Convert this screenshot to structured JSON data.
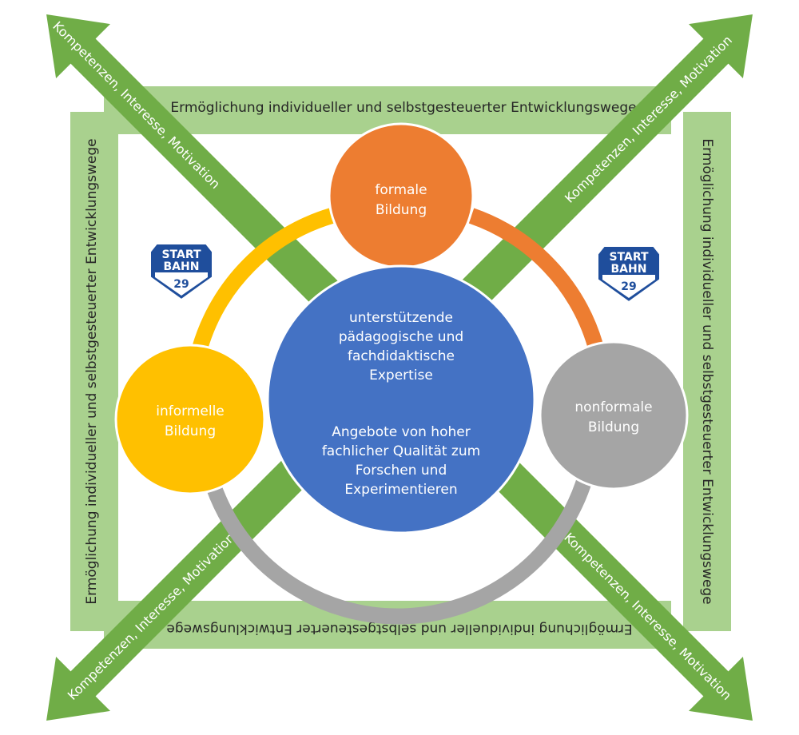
{
  "frame": {
    "top_text": "Ermöglichung individueller und selbstgesteuerter  Entwicklungswege",
    "bottom_text": "Ermöglichung individueller und selbstgesteuerter  Entwicklungswege",
    "left_text": "Ermöglichung individueller und selbstgesteuerter  Entwicklungswege",
    "right_text": "Ermöglichung individueller und selbstgesteuerter  Entwicklungswege"
  },
  "arrows": {
    "top_left": "Kompetenzen, Interesse, Motivation",
    "top_right": "Kompetenzen, Interesse, Motivation",
    "bottom_left": "Kompetenzen, Interesse, Motivation",
    "bottom_right": "Kompetenzen, Interesse, Motivation"
  },
  "circles": {
    "formal": {
      "line1": "formale",
      "line2": "Bildung"
    },
    "informal": {
      "line1": "informelle",
      "line2": "Bildung"
    },
    "nonformal": {
      "line1": "nonformale",
      "line2": "Bildung"
    },
    "center": {
      "l1": "unterstützende",
      "l2": "pädagogische und",
      "l3": "fachdidaktische",
      "l4": "Expertise",
      "l5": "Angebote von hoher",
      "l6": "fachlicher Qualität zum",
      "l7": "Forschen und",
      "l8": "Experimentieren"
    }
  },
  "logo": {
    "line1": "START",
    "line2": "BAHN",
    "number": "29"
  },
  "colors": {
    "frame_green": "#a9d18e",
    "arrow_green": "#70ad47",
    "orange": "#ed7d31",
    "yellow": "#ffc000",
    "gray": "#a5a5a5",
    "blue": "#4472c4",
    "logo_blue": "#1f4e9c"
  }
}
